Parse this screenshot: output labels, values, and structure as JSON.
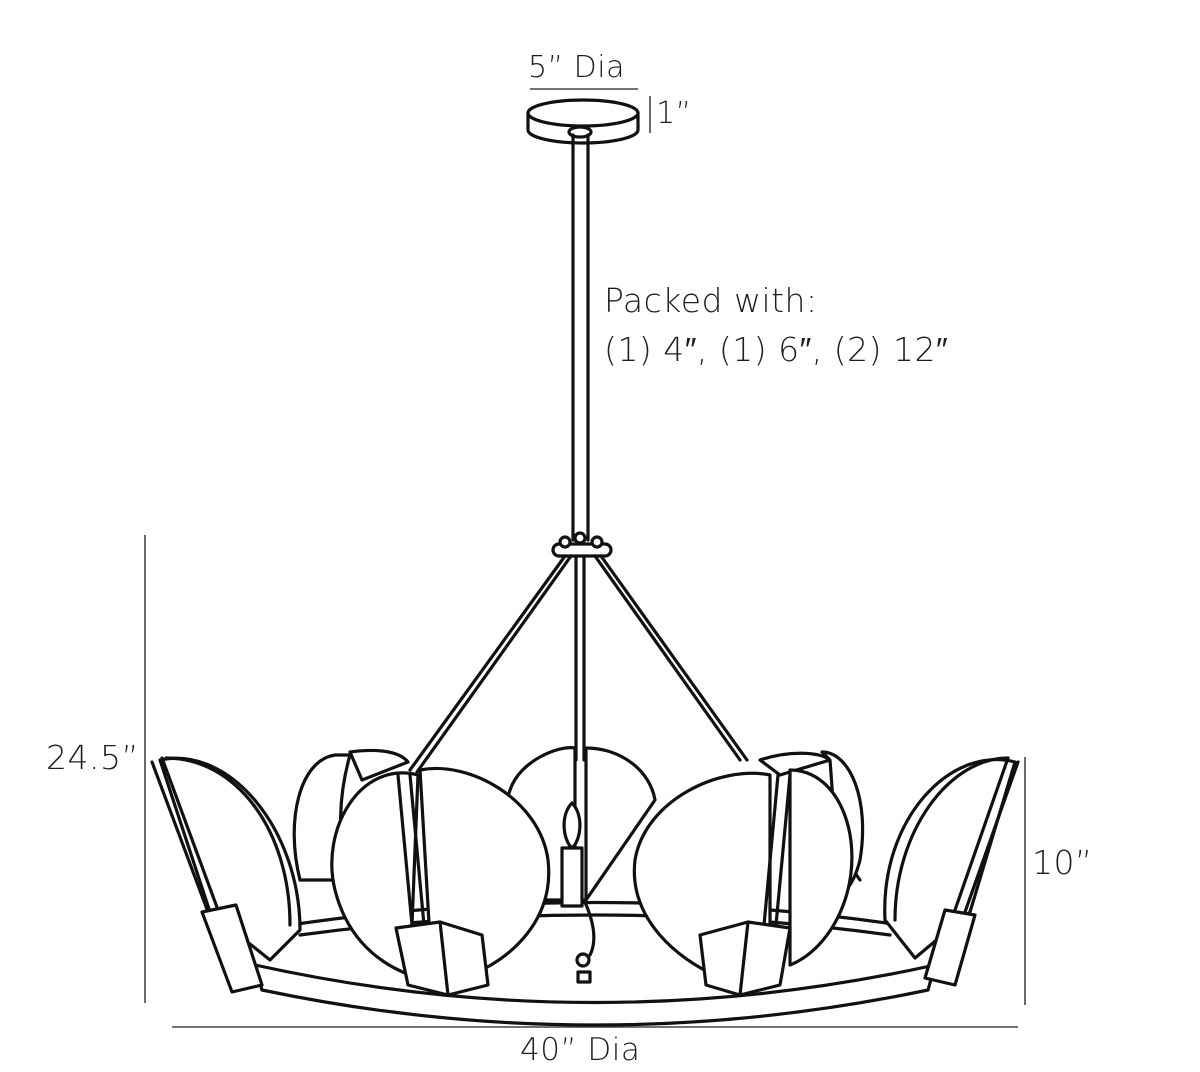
{
  "diagram": {
    "subject": "chandelier dimension line drawing",
    "line_color": "#111111",
    "background": "#ffffff"
  },
  "dimensions": {
    "canopy_diameter": "5” Dia",
    "canopy_height": "1”",
    "overall_height": "24.5”",
    "body_height": "10”",
    "body_diameter": "40” Dia"
  },
  "note": {
    "line1": "Packed with:",
    "line2": "(1) 4″, (1) 6″, (2) 12″"
  }
}
